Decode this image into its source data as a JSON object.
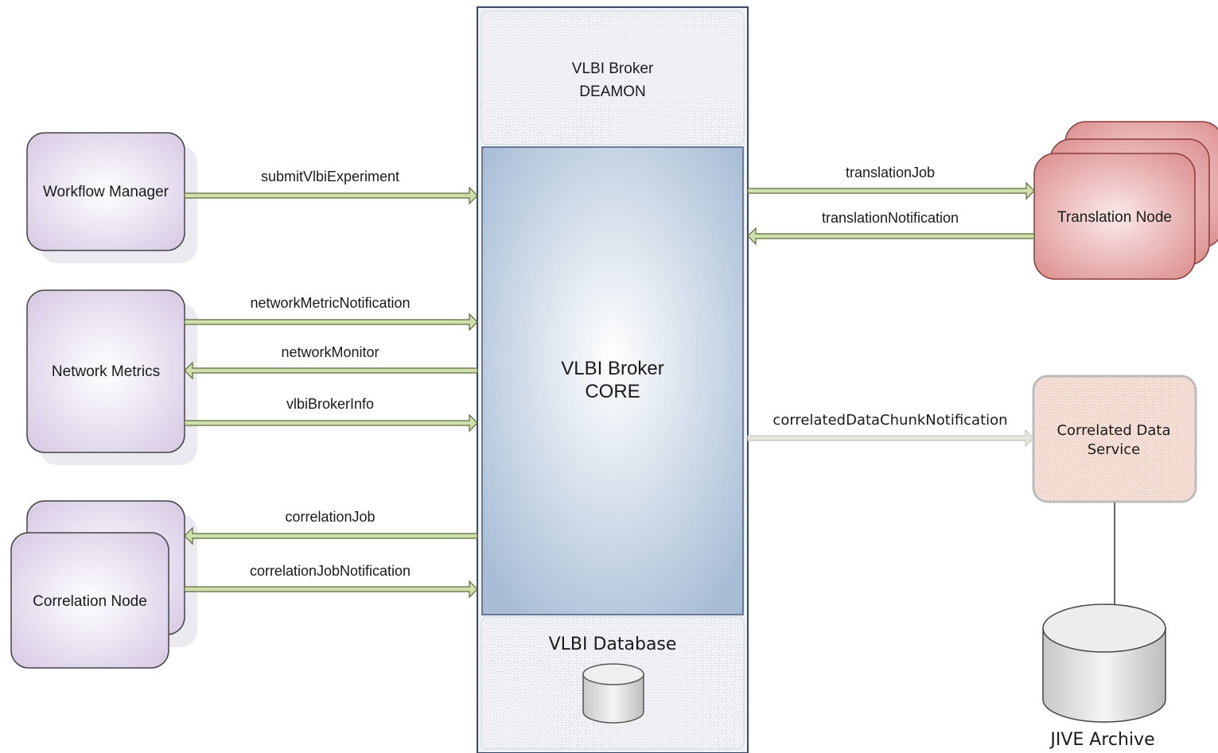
{
  "broker": {
    "daemon": [
      "VLBI Broker",
      "DEAMON"
    ],
    "core": [
      "VLBI Broker",
      "CORE"
    ],
    "database": "VLBI Database"
  },
  "nodes": {
    "workflow_manager": "Workflow Manager",
    "network_metrics": "Network Metrics",
    "correlation_node": "Correlation Node",
    "translation_node": "Translation Node",
    "correlated_data_service": [
      "Correlated Data",
      "Service"
    ],
    "jive_archive": "JIVE Archive"
  },
  "messages": {
    "submit_vlbi_experiment": "submitVlbiExperiment",
    "network_metric_notification": "networkMetricNotification",
    "network_monitor": "networkMonitor",
    "vlbi_broker_info": "vlbiBrokerInfo",
    "correlation_job": "correlationJob",
    "correlation_job_notification": "correlationJobNotification",
    "translation_job": "translationJob",
    "translation_notification": "translationNotification",
    "correlated_data_chunk_notification": "correlatedDataChunkNotification"
  },
  "colors": {
    "purple_node": "#d9cde6",
    "red_node": "#e09a9a",
    "core_blue": "#aabfd6",
    "arrow_green": "#c9dca6"
  }
}
